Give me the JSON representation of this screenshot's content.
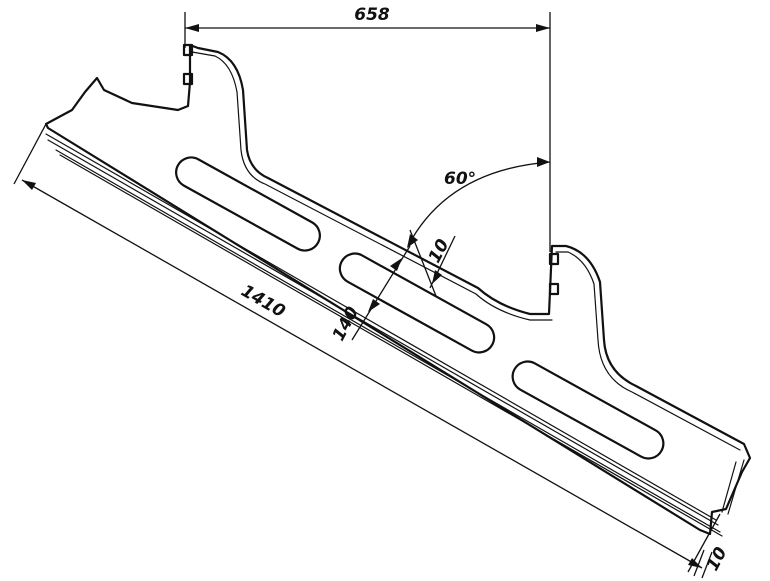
{
  "drawing": {
    "dimensions": {
      "top_width": "658",
      "angle": "60°",
      "overall_length": "1410",
      "width": "140",
      "edge_offset": "10",
      "end_offset": "10"
    }
  }
}
